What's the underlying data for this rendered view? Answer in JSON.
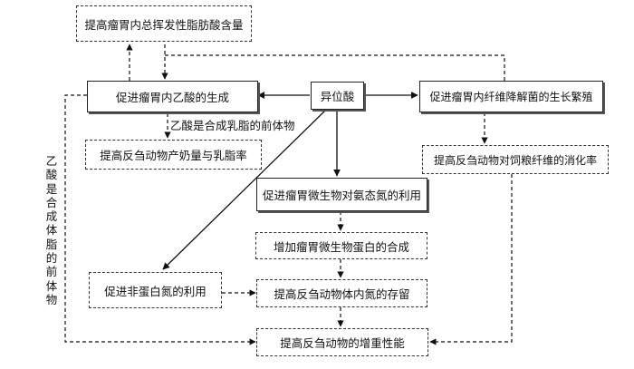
{
  "nodes": {
    "top": "提高瘤胃内总挥发性脂肪酸含量",
    "acetic": "促进瘤胃内乙酸的生成",
    "iso": "异位酸",
    "fiber": "促进瘤胃内纤维降解菌的生长繁殖",
    "milk": "提高反刍动物产奶量与乳脂率",
    "digest": "提高反刍动物对饲粮纤维的消化率",
    "ammonia": "促进瘤胃微生物对氨态氮的利用",
    "protein": "增加瘤胃微生物蛋白的合成",
    "npn": "促进非蛋白氮的利用",
    "retention": "提高反刍动物体内氮的存留",
    "growth": "提高反刍动物的增重性能"
  },
  "labels": {
    "precursor_milk": "乙酸是合成乳脂的前体物",
    "precursor_body": "乙酸是合成体脂的前体物"
  }
}
